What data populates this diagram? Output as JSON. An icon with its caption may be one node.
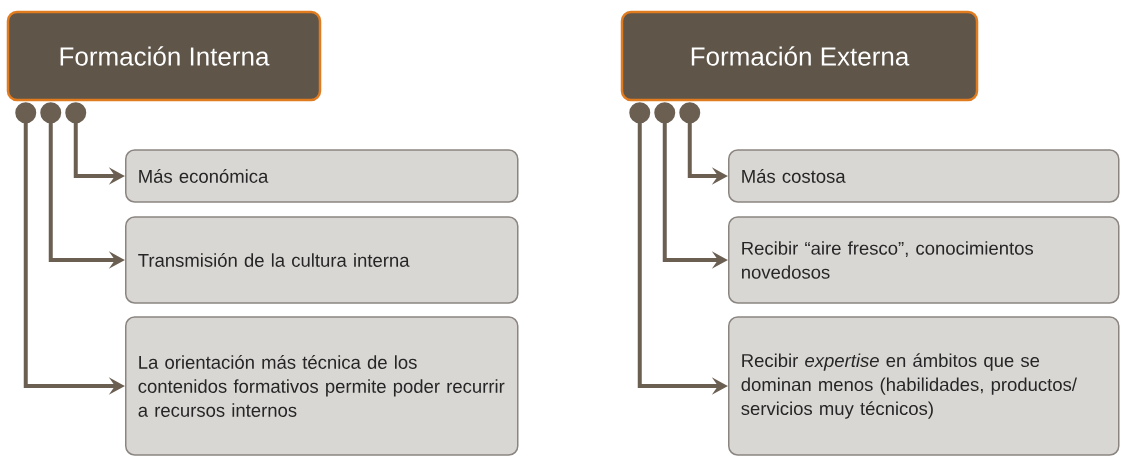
{
  "diagram": {
    "nodes": [
      {
        "text": [
          "Formación Interna"
        ]
      },
      {
        "text": [
          "Más económica"
        ]
      },
      {
        "text": [
          "Transmisión de la cultura interna"
        ]
      },
      {
        "text": [
          "La orientación más técnica de los contenidos formativos permite poder recurrir a recursos internos"
        ]
      },
      {
        "text": [
          "Formación Externa"
        ]
      },
      {
        "text": [
          "Más costosa"
        ]
      },
      {
        "text": [
          "Recibir “aire fresco”, conocimientos novedosos"
        ]
      },
      {
        "text": [
          "Recibir *expertise* en ámbitos que se dominan menos (habilidades, productos/ servicios muy técnicos)"
        ]
      }
    ],
    "edges": [
      {
        "from": 0,
        "to": 1,
        "arrow": "to"
      },
      {
        "from": 0,
        "to": 2,
        "arrow": "to"
      },
      {
        "from": 0,
        "to": 3,
        "arrow": "to"
      },
      {
        "from": 4,
        "to": 5,
        "arrow": "to"
      },
      {
        "from": 4,
        "to": 6,
        "arrow": "to"
      },
      {
        "from": 4,
        "to": 7,
        "arrow": "to"
      }
    ]
  }
}
